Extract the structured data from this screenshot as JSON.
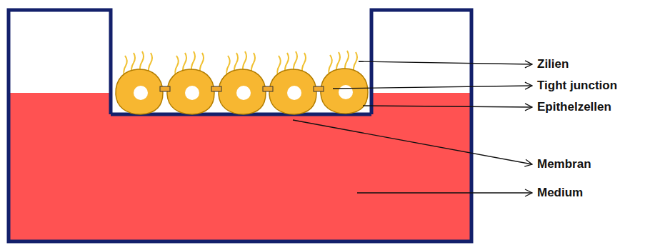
{
  "diagram": {
    "labels": [
      "Zilien",
      "Tight junction",
      "Epithelzellen",
      "Membran",
      "Medium"
    ]
  }
}
